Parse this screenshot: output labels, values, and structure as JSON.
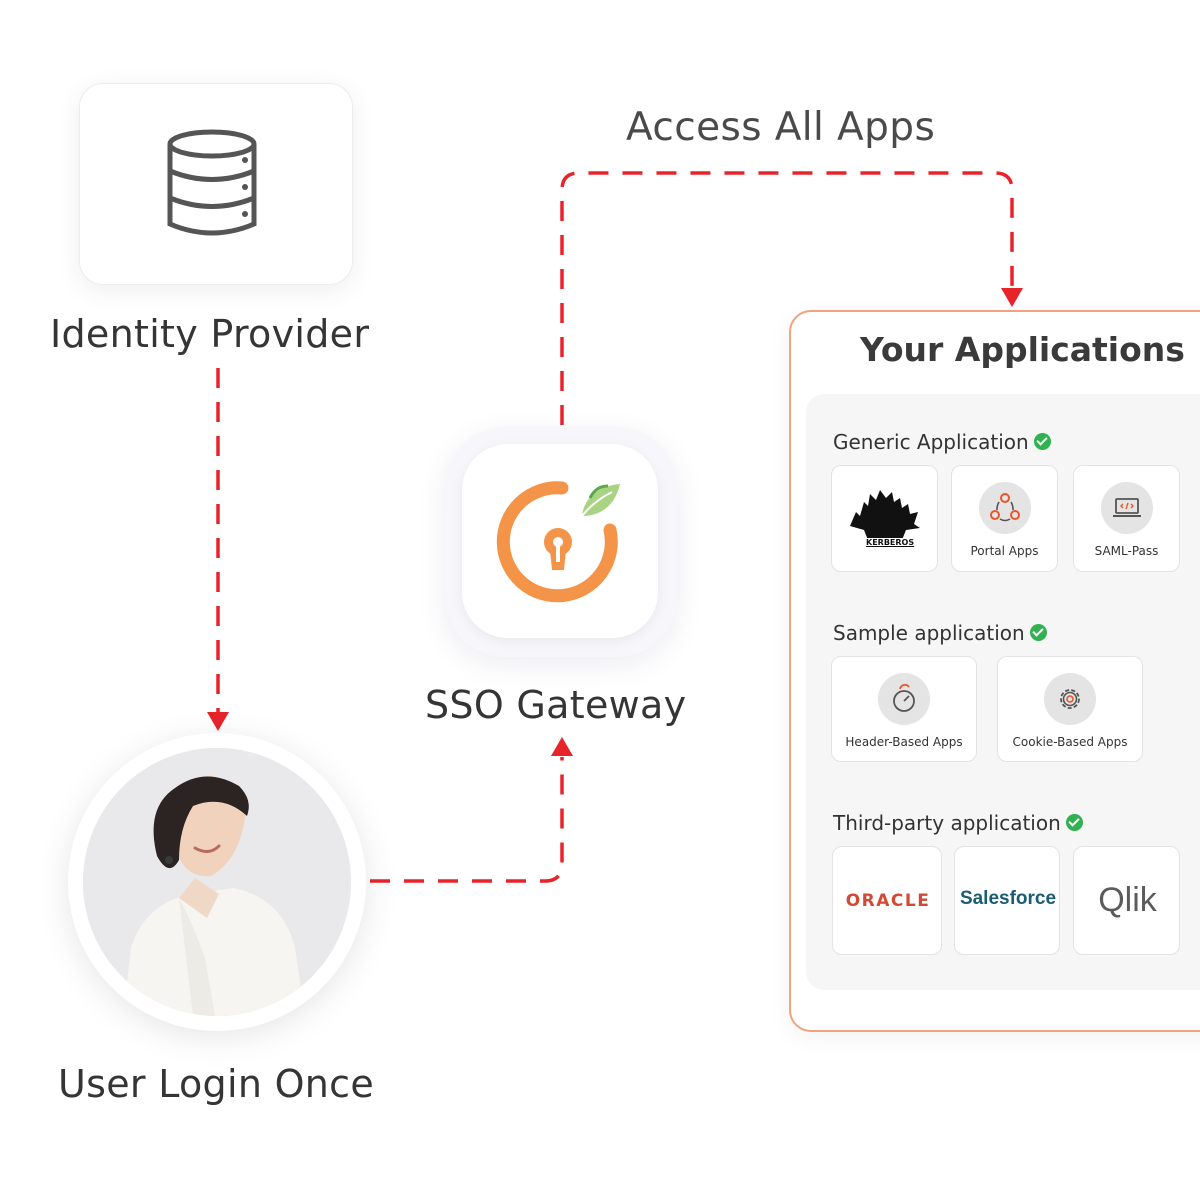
{
  "diagram": {
    "access_label": "Access All Apps",
    "identity_provider": {
      "label": "Identity Provider",
      "icon": "database-icon"
    },
    "user": {
      "label": "User Login Once",
      "photo": "user-portrait"
    },
    "gateway": {
      "label": "SSO Gateway",
      "icon": "sso-lock-logo"
    },
    "colors": {
      "connector": "#e8242b",
      "panel_border": "#f2a27d",
      "accent_orange": "#f39448",
      "accent_green": "#8cc152",
      "check_green": "#2fb24f"
    }
  },
  "apps_panel": {
    "title": "Your Applications",
    "sections": [
      {
        "title": "Generic Application",
        "apps": [
          {
            "label": "KERBEROS",
            "icon": "kerberos-logo"
          },
          {
            "label": "Portal Apps",
            "icon": "portal-apps-icon"
          },
          {
            "label": "SAML-Pass",
            "icon": "laptop-code-icon"
          }
        ]
      },
      {
        "title": "Sample application",
        "apps": [
          {
            "label": "Header-Based Apps",
            "icon": "gauge-lock-icon"
          },
          {
            "label": "Cookie-Based Apps",
            "icon": "gear-icon"
          }
        ]
      },
      {
        "title": "Third-party application",
        "apps": [
          {
            "label": "ORACLE",
            "icon": "oracle-logo"
          },
          {
            "label": "Salesforce",
            "icon": "salesforce-logo"
          },
          {
            "label": "Qlik",
            "icon": "qlik-logo"
          }
        ]
      }
    ]
  }
}
